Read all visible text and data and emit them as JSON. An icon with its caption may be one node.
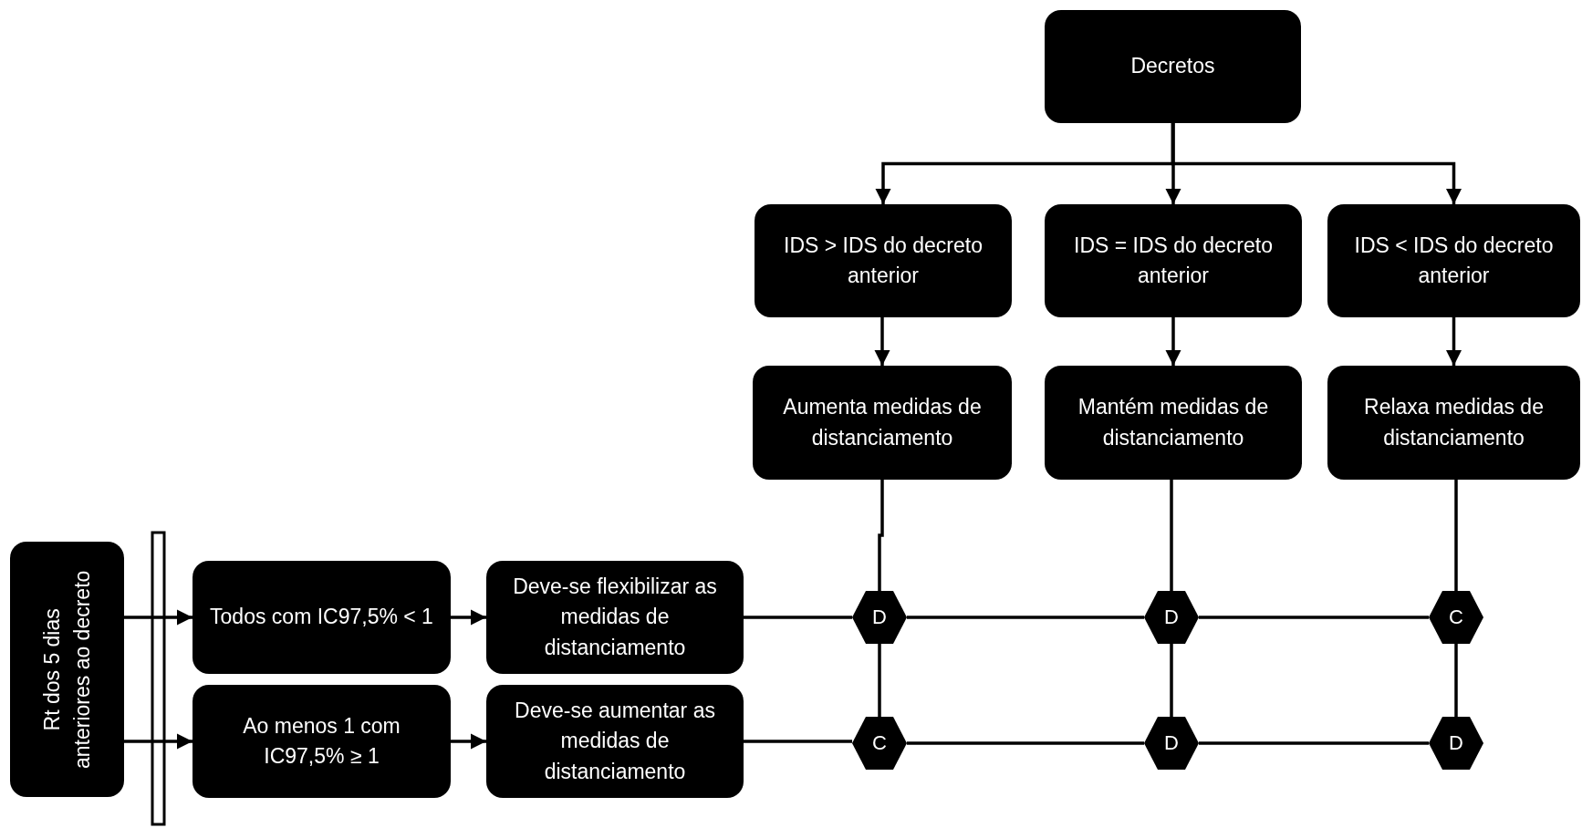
{
  "diagram": {
    "nodes": [
      {
        "text": [
          "Decretos"
        ]
      },
      {
        "text": [
          "IDS > IDS do decreto anterior"
        ]
      },
      {
        "text": [
          "IDS = IDS do decreto anterior"
        ]
      },
      {
        "text": [
          "IDS < IDS do decreto anterior"
        ]
      },
      {
        "text": [
          "Aumenta medidas de distanciamento"
        ]
      },
      {
        "text": [
          "Mantém medidas de distanciamento"
        ]
      },
      {
        "text": [
          "Relaxa medidas de distanciamento"
        ]
      },
      {
        "text": [
          "Rt dos 5 dias anteriores ao decreto"
        ]
      },
      {
        "text": [
          "Todos com IC97,5% < 1"
        ]
      },
      {
        "text": [
          "Deve-se flexibilizar as medidas de distanciamento"
        ]
      },
      {
        "text": [
          "D"
        ]
      },
      {
        "text": [
          "D"
        ]
      },
      {
        "text": [
          "C"
        ]
      },
      {
        "text": [
          "Ao menos 1 com IC97,5% ≥ 1"
        ]
      },
      {
        "text": [
          "Deve-se aumentar as medidas de distanciamento"
        ]
      },
      {
        "text": [
          "C"
        ]
      },
      {
        "text": [
          "D"
        ]
      },
      {
        "text": [
          "D"
        ]
      }
    ],
    "edges": [
      {
        "from": 0,
        "to": 1,
        "arrow": "to"
      },
      {
        "from": 0,
        "to": 2,
        "arrow": "to"
      },
      {
        "from": 0,
        "to": 3,
        "arrow": "to"
      },
      {
        "from": 1,
        "to": 4,
        "arrow": "to"
      },
      {
        "from": 2,
        "to": 5,
        "arrow": "to"
      },
      {
        "from": 3,
        "to": 6,
        "arrow": "to"
      },
      {
        "from": 7,
        "to": 8,
        "arrow": "to"
      },
      {
        "from": 7,
        "to": 13,
        "arrow": "to"
      },
      {
        "from": 8,
        "to": 9,
        "arrow": "to"
      },
      {
        "from": 13,
        "to": 14,
        "arrow": "to"
      },
      {
        "from": 9,
        "to": 10,
        "arrow": "none"
      },
      {
        "from": 10,
        "to": 11,
        "arrow": "none"
      },
      {
        "from": 11,
        "to": 12,
        "arrow": "none"
      },
      {
        "from": 14,
        "to": 15,
        "arrow": "none"
      },
      {
        "from": 15,
        "to": 16,
        "arrow": "none"
      },
      {
        "from": 16,
        "to": 17,
        "arrow": "none"
      },
      {
        "from": 4,
        "to": 10,
        "arrow": "none"
      },
      {
        "from": 10,
        "to": 15,
        "arrow": "none"
      },
      {
        "from": 5,
        "to": 11,
        "arrow": "none"
      },
      {
        "from": 11,
        "to": 16,
        "arrow": "none"
      },
      {
        "from": 6,
        "to": 12,
        "arrow": "none"
      },
      {
        "from": 12,
        "to": 17,
        "arrow": "none"
      }
    ]
  }
}
